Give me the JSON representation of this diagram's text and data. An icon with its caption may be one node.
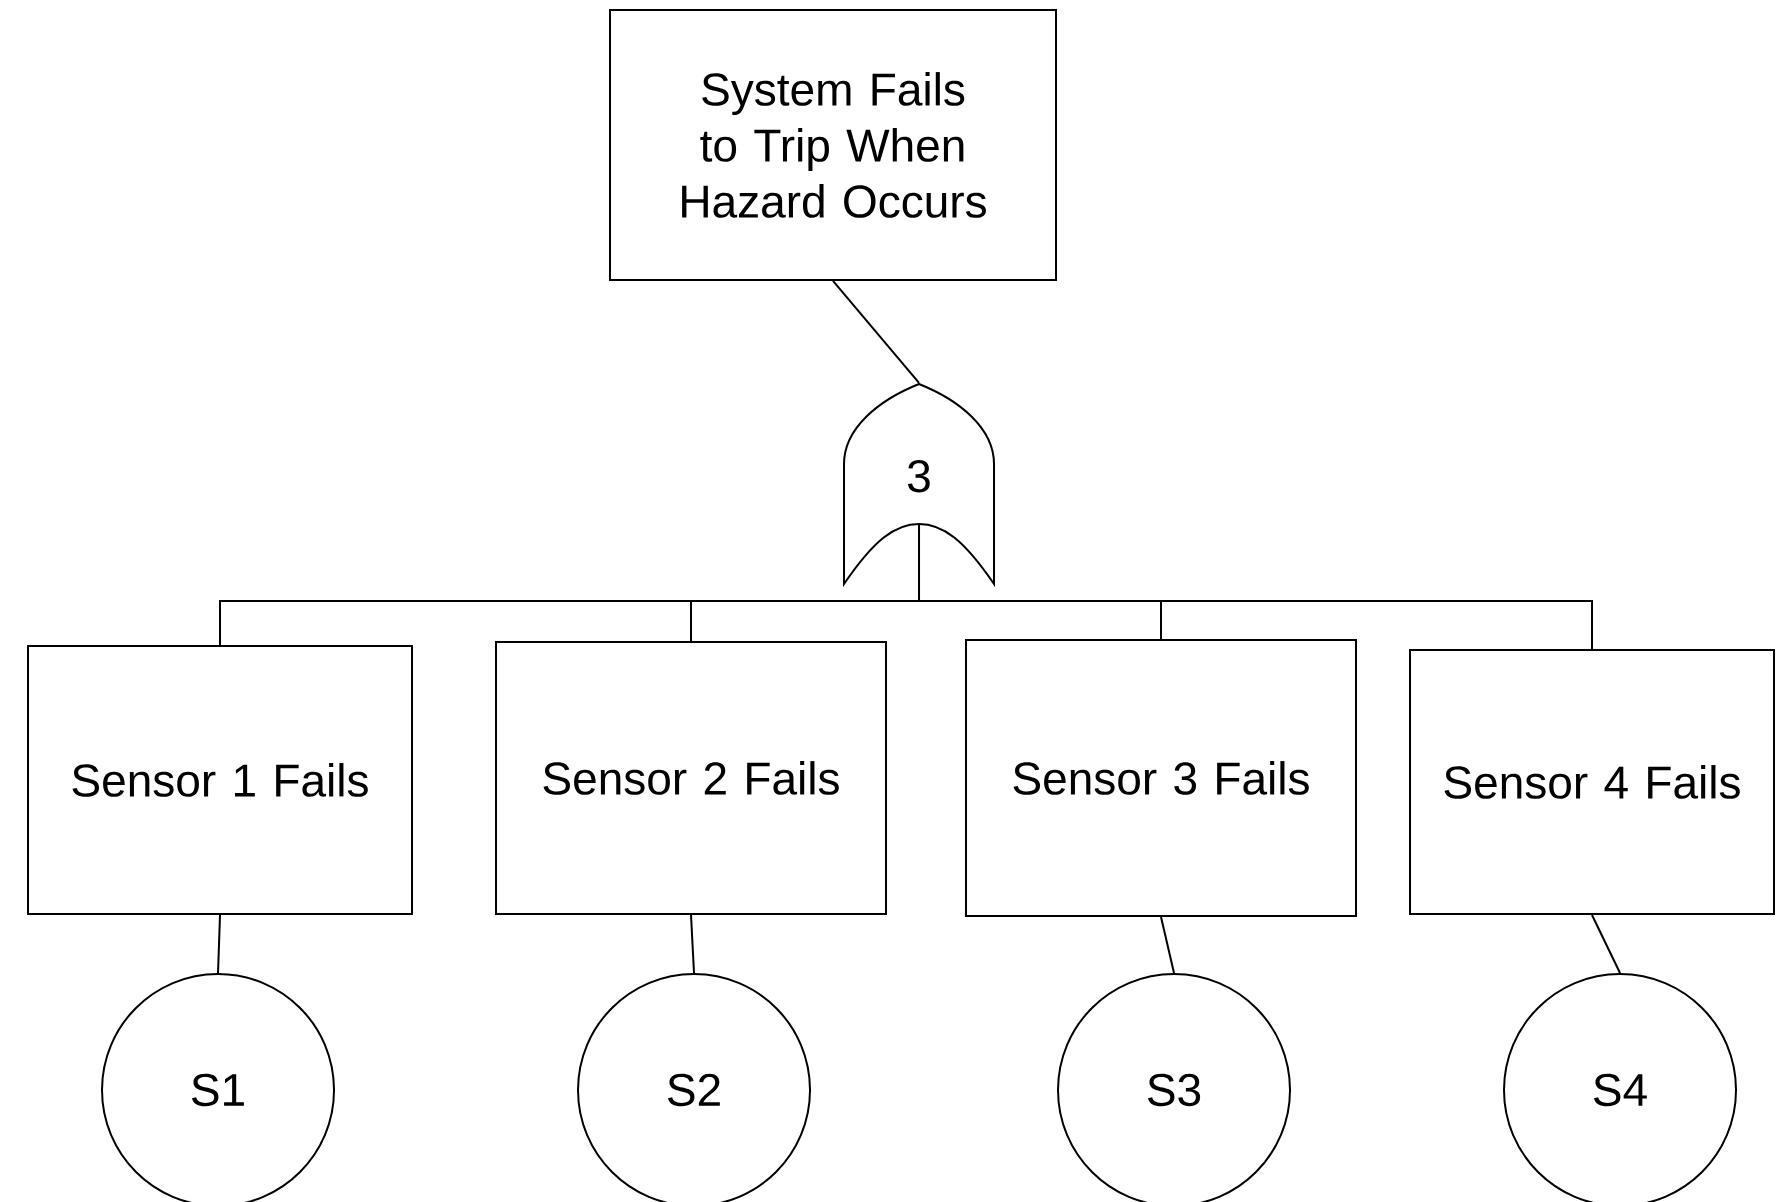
{
  "diagram": {
    "nodes": [
      {
        "text": [
          "System Fails to Trip When Hazard Occurs"
        ]
      },
      {
        "text": [
          "3"
        ]
      },
      {
        "text": [
          "Sensor 1 Fails"
        ]
      },
      {
        "text": [
          "Sensor 2 Fails"
        ]
      },
      {
        "text": [
          "Sensor 3 Fails"
        ]
      },
      {
        "text": [
          "Sensor 4 Fails"
        ]
      },
      {
        "text": [
          "S1"
        ]
      },
      {
        "text": [
          "S2"
        ]
      },
      {
        "text": [
          "S3"
        ]
      },
      {
        "text": [
          "S4"
        ]
      }
    ],
    "edges": [
      {
        "from": 0,
        "to": 1,
        "arrow": "none"
      },
      {
        "from": 1,
        "to": 2,
        "arrow": "none"
      },
      {
        "from": 1,
        "to": 3,
        "arrow": "none"
      },
      {
        "from": 1,
        "to": 4,
        "arrow": "none"
      },
      {
        "from": 1,
        "to": 5,
        "arrow": "none"
      },
      {
        "from": 2,
        "to": 6,
        "arrow": "none"
      },
      {
        "from": 3,
        "to": 7,
        "arrow": "none"
      },
      {
        "from": 4,
        "to": 8,
        "arrow": "none"
      },
      {
        "from": 5,
        "to": 9,
        "arrow": "none"
      }
    ]
  }
}
